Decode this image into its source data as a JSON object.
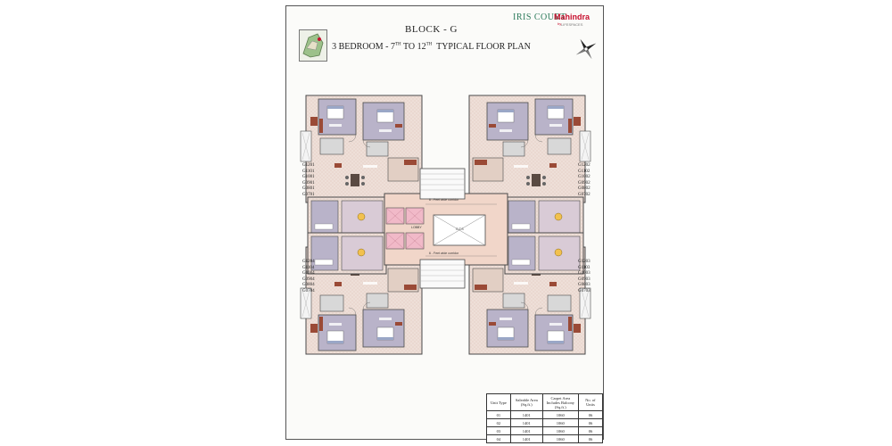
{
  "header": {
    "block": "BLOCK - G",
    "plan_title_pre": "3 BEDROOM - 7",
    "plan_title_sup1": "TH",
    "plan_title_mid": " TO 12",
    "plan_title_sup2": "TH",
    "plan_title_post": "  TYPICAL FLOOR PLAN"
  },
  "logo": {
    "project": "IRIS COURT",
    "by": "by",
    "brand": "Mahindra",
    "brand_sub": "LIFESPACES"
  },
  "units": {
    "top_left": [
      "G1201",
      "G1101",
      "G1001",
      "G0901",
      "G0801",
      "G0701"
    ],
    "top_right": [
      "G1202",
      "G1102",
      "G1002",
      "G0902",
      "G0802",
      "G0702"
    ],
    "bottom_left": [
      "G1204",
      "G1104",
      "G1004",
      "G0904",
      "G0804",
      "G0704"
    ],
    "bottom_right": [
      "G1203",
      "G1103",
      "G1003",
      "G0903",
      "G0803",
      "G0703"
    ]
  },
  "core": {
    "lobby": "LOBBY",
    "cutout": "O.T.S",
    "corridor_top": "6 - Feet wide corridor",
    "corridor_bottom": "6 - Feet wide corridor"
  },
  "area_table": {
    "headers": [
      "Unit Type",
      "Saleable Area (Sq.ft.)",
      "Carpet Area Includes Balcony (Sq.ft.)",
      "No. of Units"
    ],
    "rows": [
      [
        "01",
        "1401",
        "1060",
        "06"
      ],
      [
        "02",
        "1401",
        "1060",
        "06"
      ],
      [
        "03",
        "1401",
        "1060",
        "06"
      ],
      [
        "04",
        "1401",
        "1060",
        "06"
      ]
    ]
  },
  "colors": {
    "bedroom": "#b9b3c9",
    "living": "#eedfd8",
    "utility": "#e2cfc4",
    "toilet": "#d8d8d8",
    "lift": "#f1b9c8",
    "corridor": "#f1d6c9",
    "wall": "#4a4a4a",
    "accent_wood": "#9a4a36"
  }
}
